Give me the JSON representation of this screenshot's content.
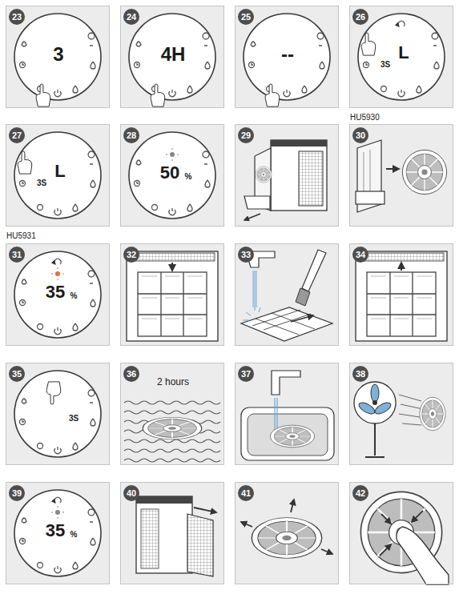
{
  "diagram": {
    "nodes": [
      {
        "text": [
          "23",
          "3"
        ]
      },
      {
        "text": [
          "24",
          "4H"
        ]
      },
      {
        "text": [
          "25",
          "--"
        ]
      },
      {
        "text": [
          "26",
          "L",
          "3S",
          "HU5930"
        ]
      },
      {
        "text": [
          "27",
          "L",
          "3S",
          "HU5931"
        ]
      },
      {
        "text": [
          "28",
          "50",
          "%"
        ]
      },
      {
        "text": [
          "29"
        ]
      },
      {
        "text": [
          "30"
        ]
      },
      {
        "text": [
          "31",
          "35",
          "%"
        ]
      },
      {
        "text": [
          "32"
        ]
      },
      {
        "text": [
          "33"
        ]
      },
      {
        "text": [
          "34"
        ]
      },
      {
        "text": [
          "35",
          "3S"
        ]
      },
      {
        "text": [
          "36",
          "2 hours"
        ]
      },
      {
        "text": [
          "37"
        ]
      },
      {
        "text": [
          "38"
        ]
      },
      {
        "text": [
          "39",
          "35",
          "%"
        ]
      },
      {
        "text": [
          "40"
        ]
      },
      {
        "text": [
          "41"
        ]
      },
      {
        "text": [
          "42"
        ]
      }
    ]
  }
}
